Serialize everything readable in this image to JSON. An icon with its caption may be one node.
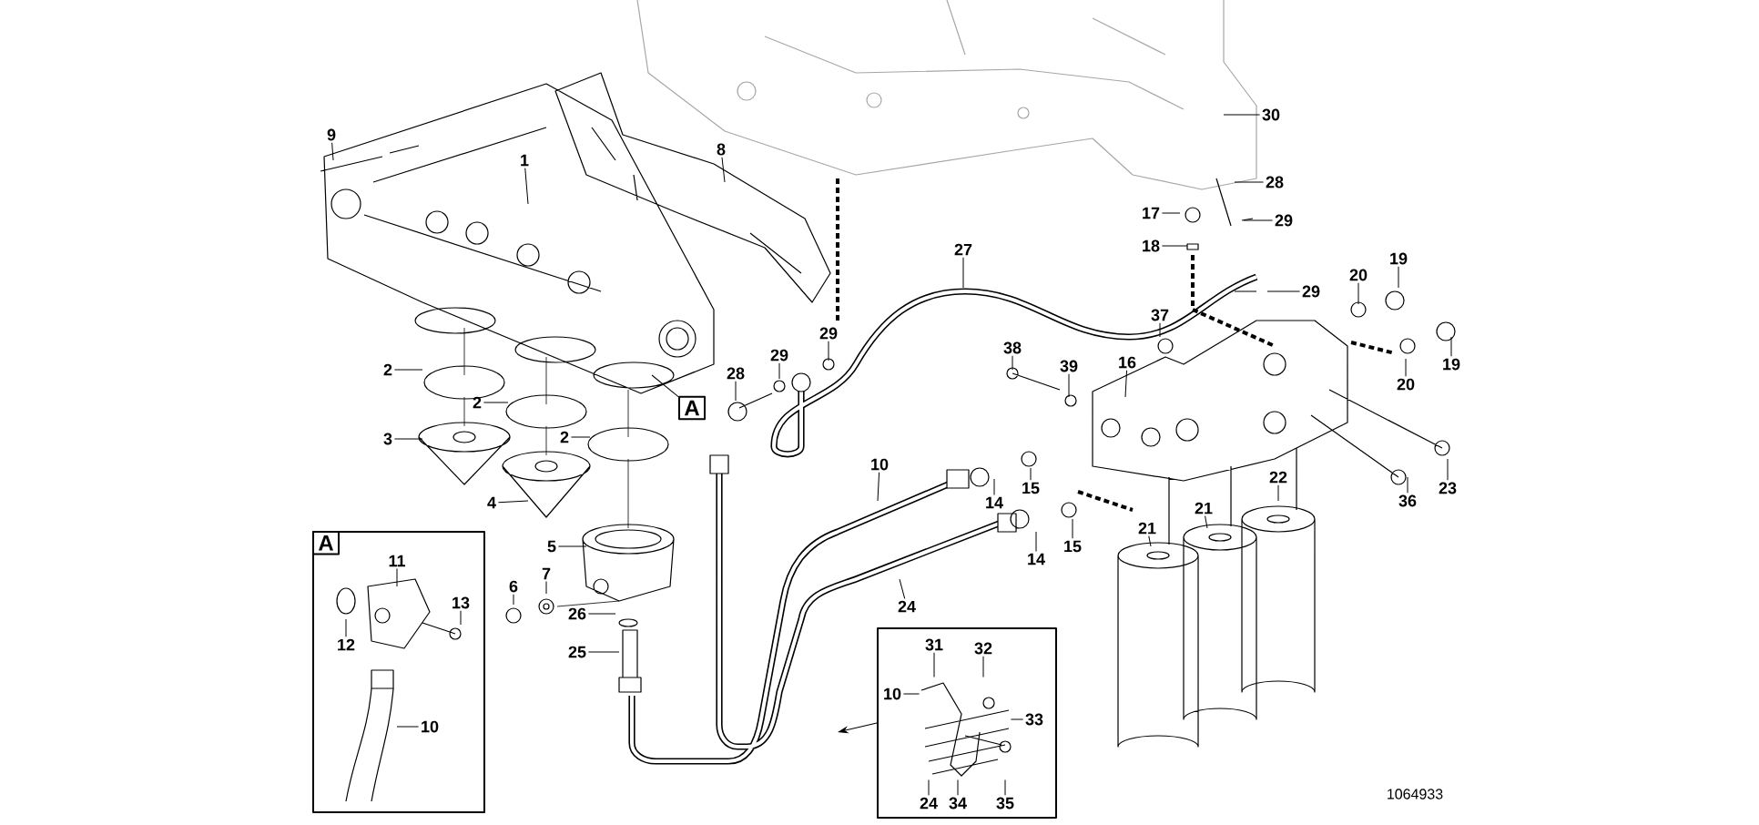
{
  "diagram": {
    "nodes": [
      {
        "text": [
          "9"
        ]
      },
      {
        "text": [
          "1"
        ]
      },
      {
        "text": [
          "8"
        ]
      },
      {
        "text": [
          "30"
        ]
      },
      {
        "text": [
          "28"
        ]
      },
      {
        "text": [
          "17"
        ]
      },
      {
        "text": [
          "29"
        ]
      },
      {
        "text": [
          "18"
        ]
      },
      {
        "text": [
          "27"
        ]
      },
      {
        "text": [
          "29"
        ]
      },
      {
        "text": [
          "20"
        ]
      },
      {
        "text": [
          "19"
        ]
      },
      {
        "text": [
          "37"
        ]
      },
      {
        "text": [
          "38"
        ]
      },
      {
        "text": [
          "39"
        ]
      },
      {
        "text": [
          "16"
        ]
      },
      {
        "text": [
          "2"
        ]
      },
      {
        "text": [
          "2"
        ]
      },
      {
        "text": [
          "A"
        ]
      },
      {
        "text": [
          "28"
        ]
      },
      {
        "text": [
          "29"
        ]
      },
      {
        "text": [
          "29"
        ]
      },
      {
        "text": [
          "3"
        ]
      },
      {
        "text": [
          "2"
        ]
      },
      {
        "text": [
          "20"
        ]
      },
      {
        "text": [
          "19"
        ]
      },
      {
        "text": [
          "10"
        ]
      },
      {
        "text": [
          "14"
        ]
      },
      {
        "text": [
          "15"
        ]
      },
      {
        "text": [
          "22"
        ]
      },
      {
        "text": [
          "4"
        ]
      },
      {
        "text": [
          "21"
        ]
      },
      {
        "text": [
          "23"
        ]
      },
      {
        "text": [
          "36"
        ]
      },
      {
        "text": [
          "21"
        ]
      },
      {
        "text": [
          "15"
        ]
      },
      {
        "text": [
          "14"
        ]
      },
      {
        "text": [
          "5"
        ]
      },
      {
        "text": [
          "7"
        ]
      },
      {
        "text": [
          "6"
        ]
      },
      {
        "text": [
          "24"
        ]
      },
      {
        "text": [
          "26"
        ]
      },
      {
        "text": [
          "25"
        ]
      },
      {
        "text": [
          "A"
        ]
      },
      {
        "text": [
          "11"
        ],
        "in": 43
      },
      {
        "text": [
          "13"
        ],
        "in": 43
      },
      {
        "text": [
          "12"
        ],
        "in": 43
      },
      {
        "text": [
          "10"
        ],
        "in": 43
      },
      {
        "text": [],
        "shape": "box"
      },
      {
        "text": [
          "31"
        ],
        "in": 48
      },
      {
        "text": [
          "32"
        ],
        "in": 48
      },
      {
        "text": [
          "10"
        ],
        "in": 48
      },
      {
        "text": [
          "33"
        ],
        "in": 48
      },
      {
        "text": [
          "24"
        ],
        "in": 48
      },
      {
        "text": [
          "34"
        ],
        "in": 48
      },
      {
        "text": [
          "35"
        ],
        "in": 48
      },
      {
        "text": [],
        "shape": "picture",
        "in": 48
      }
    ],
    "edges": [
      {
        "from": 0,
        "to": null,
        "arrow": "none"
      },
      {
        "from": 1,
        "to": null,
        "arrow": "none"
      },
      {
        "from": 2,
        "to": null,
        "arrow": "none"
      },
      {
        "from": 3,
        "to": null,
        "arrow": "none"
      },
      {
        "from": 4,
        "to": null,
        "arrow": "none"
      },
      {
        "from": 5,
        "to": null,
        "arrow": "none"
      },
      {
        "from": 6,
        "to": null,
        "arrow": "none"
      },
      {
        "from": 7,
        "to": null,
        "arrow": "none"
      },
      {
        "from": 8,
        "to": null,
        "arrow": "none"
      },
      {
        "from": 9,
        "to": null,
        "arrow": "none"
      },
      {
        "from": 10,
        "to": null,
        "arrow": "none"
      },
      {
        "from": 11,
        "to": null,
        "arrow": "none"
      },
      {
        "from": 12,
        "to": null,
        "arrow": "none"
      },
      {
        "from": 13,
        "to": null,
        "arrow": "none"
      },
      {
        "from": 14,
        "to": null,
        "arrow": "none"
      },
      {
        "from": 15,
        "to": null,
        "arrow": "none"
      },
      {
        "from": 16,
        "to": null,
        "arrow": "none"
      },
      {
        "from": 17,
        "to": null,
        "arrow": "none"
      },
      {
        "from": 18,
        "to": null,
        "arrow": "none"
      },
      {
        "from": 19,
        "to": null,
        "arrow": "none"
      },
      {
        "from": 20,
        "to": null,
        "arrow": "none"
      },
      {
        "from": 21,
        "to": null,
        "arrow": "none"
      },
      {
        "from": 22,
        "to": null,
        "arrow": "none"
      },
      {
        "from": 23,
        "to": null,
        "arrow": "none"
      },
      {
        "from": 24,
        "to": null,
        "arrow": "none"
      },
      {
        "from": 25,
        "to": null,
        "arrow": "none"
      },
      {
        "from": 26,
        "to": null,
        "arrow": "none"
      },
      {
        "from": 27,
        "to": null,
        "arrow": "none"
      },
      {
        "from": 28,
        "to": null,
        "arrow": "none"
      },
      {
        "from": 29,
        "to": null,
        "arrow": "none"
      },
      {
        "from": 30,
        "to": null,
        "arrow": "none"
      },
      {
        "from": 31,
        "to": null,
        "arrow": "none"
      },
      {
        "from": 32,
        "to": null,
        "arrow": "none"
      },
      {
        "from": 33,
        "to": null,
        "arrow": "none"
      },
      {
        "from": 34,
        "to": null,
        "arrow": "none"
      },
      {
        "from": 35,
        "to": null,
        "arrow": "none"
      },
      {
        "from": 36,
        "to": null,
        "arrow": "none"
      },
      {
        "from": 37,
        "to": null,
        "arrow": "none"
      },
      {
        "from": 38,
        "to": null,
        "arrow": "none"
      },
      {
        "from": 39,
        "to": null,
        "arrow": "none"
      },
      {
        "from": 40,
        "to": null,
        "arrow": "none"
      },
      {
        "from": 41,
        "to": null,
        "arrow": "none"
      },
      {
        "from": 42,
        "to": null,
        "arrow": "none"
      },
      {
        "from": 44,
        "to": null,
        "arrow": "none"
      },
      {
        "from": 45,
        "to": null,
        "arrow": "none"
      },
      {
        "from": 46,
        "to": null,
        "arrow": "none"
      },
      {
        "from": 47,
        "to": null,
        "arrow": "none"
      },
      {
        "from": 48,
        "to": null,
        "arrow": "to"
      },
      {
        "from": 49,
        "to": 56,
        "arrow": "none"
      },
      {
        "from": 50,
        "to": 56,
        "arrow": "none"
      },
      {
        "from": 51,
        "to": 56,
        "arrow": "none"
      },
      {
        "from": 52,
        "to": 56,
        "arrow": "none"
      },
      {
        "from": 53,
        "to": 56,
        "arrow": "none"
      },
      {
        "from": 54,
        "to": 56,
        "arrow": "none"
      },
      {
        "from": 55,
        "to": 56,
        "arrow": "none"
      }
    ],
    "labels": [
      "1064933"
    ]
  }
}
